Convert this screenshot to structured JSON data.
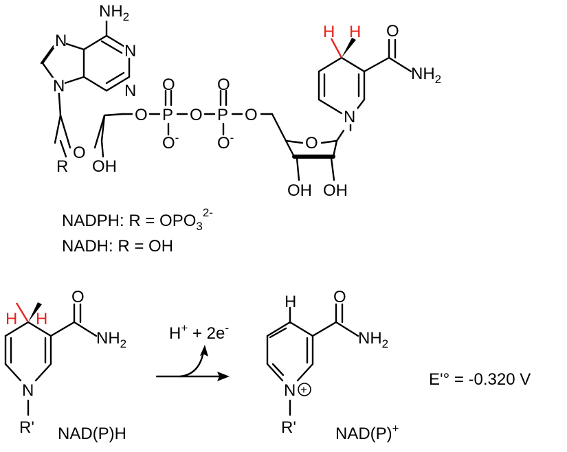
{
  "nadph_structure": {
    "adenine": {
      "nh2": "NH",
      "nh2_sub": "2",
      "n1": "N",
      "n3": "N",
      "n7": "N",
      "n9": "N"
    },
    "ribose1": {
      "r": "R",
      "o": "O",
      "oh": "OH"
    },
    "phosphate": {
      "o_link1": "O",
      "p1": "P",
      "o_bridge": "O",
      "p2": "P",
      "o_link2": "O",
      "p1_o_top": "O",
      "p2_o_top": "O",
      "p1_o_bottom": "O",
      "p2_o_bottom": "O",
      "minus": "-"
    },
    "ribose2": {
      "o": "O",
      "oh1": "OH",
      "oh2": "OH"
    },
    "nicotinamide": {
      "h1": "H",
      "h2": "H",
      "o": "O",
      "nh2": "NH",
      "nh2_sub": "2",
      "n": "N"
    }
  },
  "definitions": {
    "nadph_prefix": "NADPH: R = OPO",
    "nadph_sub": "3",
    "nadph_sup": "2-",
    "nadh": "NADH: R = OH"
  },
  "reaction": {
    "reactant": {
      "h1": "H",
      "h2": "H",
      "o": "O",
      "nh2": "NH",
      "nh2_sub": "2",
      "n": "N",
      "r": "R'",
      "name": "NAD(P)H"
    },
    "arrow_label": {
      "h": "H",
      "h_sup": "+",
      "mid": " + 2e",
      "e_sup": "-"
    },
    "product": {
      "h": "H",
      "o": "O",
      "nh2": "NH",
      "nh2_sub": "2",
      "n": "N",
      "charge": "+",
      "r": "R'",
      "name": "NAD(P)",
      "name_sup": "+"
    },
    "potential": "E'° = -0.320 V"
  },
  "colors": {
    "highlight_hydrogen": "#e8231c",
    "ink": "#000000",
    "background": "#ffffff"
  }
}
